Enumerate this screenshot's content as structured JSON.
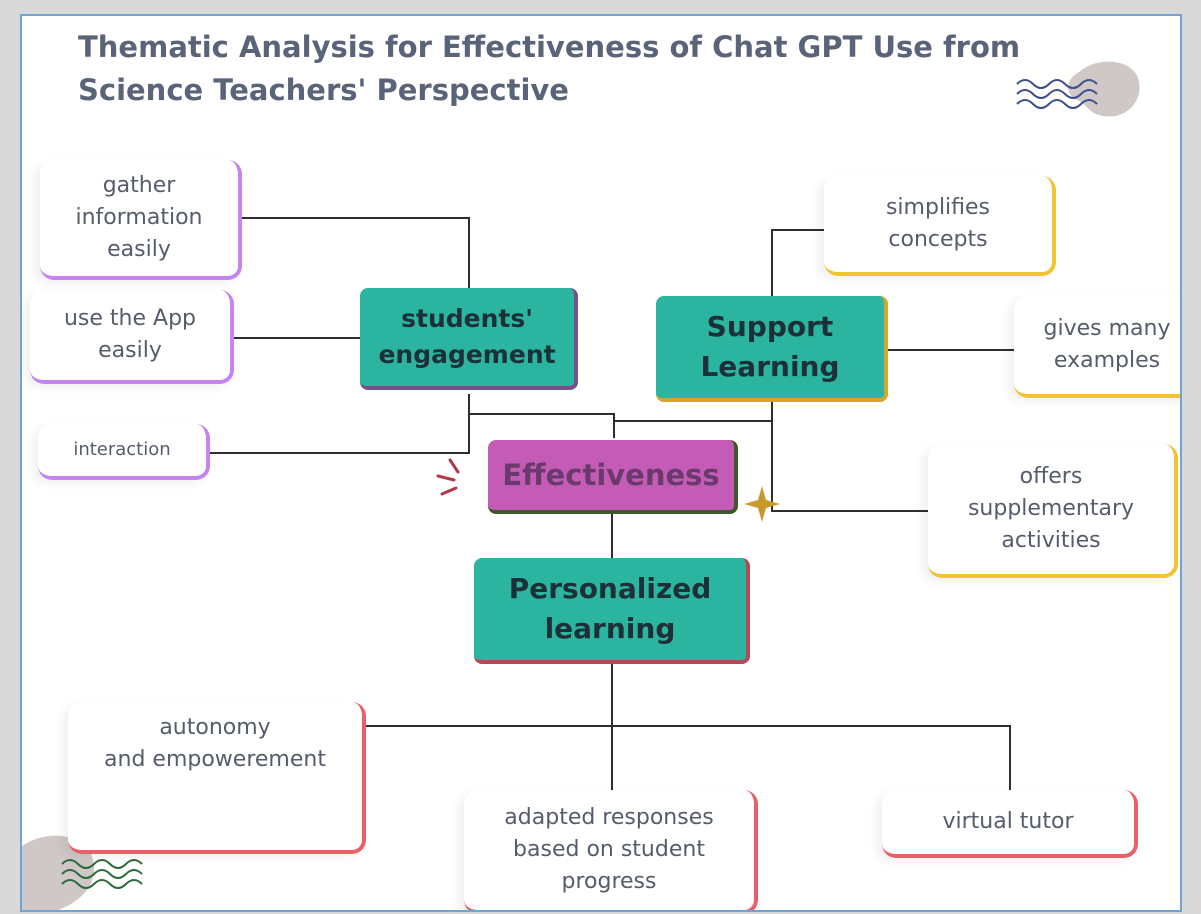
{
  "diagram": {
    "title_line1": "Thematic Analysis for Effectiveness of Chat GPT Use  from",
    "title_line2": "Science Teachers' Perspective",
    "center": {
      "label": "Effectiveness",
      "color": "#c45bb6"
    },
    "themes": [
      {
        "id": "students-engagement",
        "label": "students'\nengagement",
        "color": "#2bb5a0",
        "accent": "#c683f2",
        "codes": [
          "gather\ninformation\neasily",
          "use the App\neasily",
          "interaction"
        ]
      },
      {
        "id": "support-learning",
        "label": "Support\nLearning",
        "color": "#2bb5a0",
        "accent": "#f2c332",
        "codes": [
          "simplifies\nconcepts",
          "gives many\nexamples",
          "offers\nsupplementary\nactivities"
        ]
      },
      {
        "id": "personalized-learning",
        "label": "Personalized\nlearning",
        "color": "#2bb5a0",
        "accent": "#ea6068",
        "codes": [
          "autonomy\nand empowerement",
          "adapted responses\nbased on student\nprogress",
          "virtual tutor"
        ]
      }
    ]
  }
}
